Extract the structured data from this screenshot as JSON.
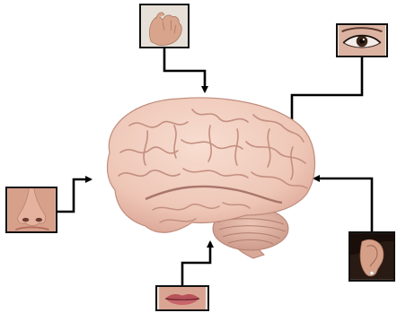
{
  "diagram": {
    "center": "brain-illustration",
    "senses": [
      {
        "id": "hand",
        "icon": "hand-icon"
      },
      {
        "id": "eye",
        "icon": "eye-icon"
      },
      {
        "id": "nose",
        "icon": "nose-icon"
      },
      {
        "id": "ear",
        "icon": "ear-icon"
      },
      {
        "id": "mouth",
        "icon": "mouth-icon"
      }
    ]
  },
  "colors": {
    "arrow": "#000000",
    "photo_border": "#111111",
    "brain": "#eec6b6",
    "brain_fold": "#c48f80",
    "cerebellum": "#ddb0a0",
    "skin": "#dba892"
  }
}
